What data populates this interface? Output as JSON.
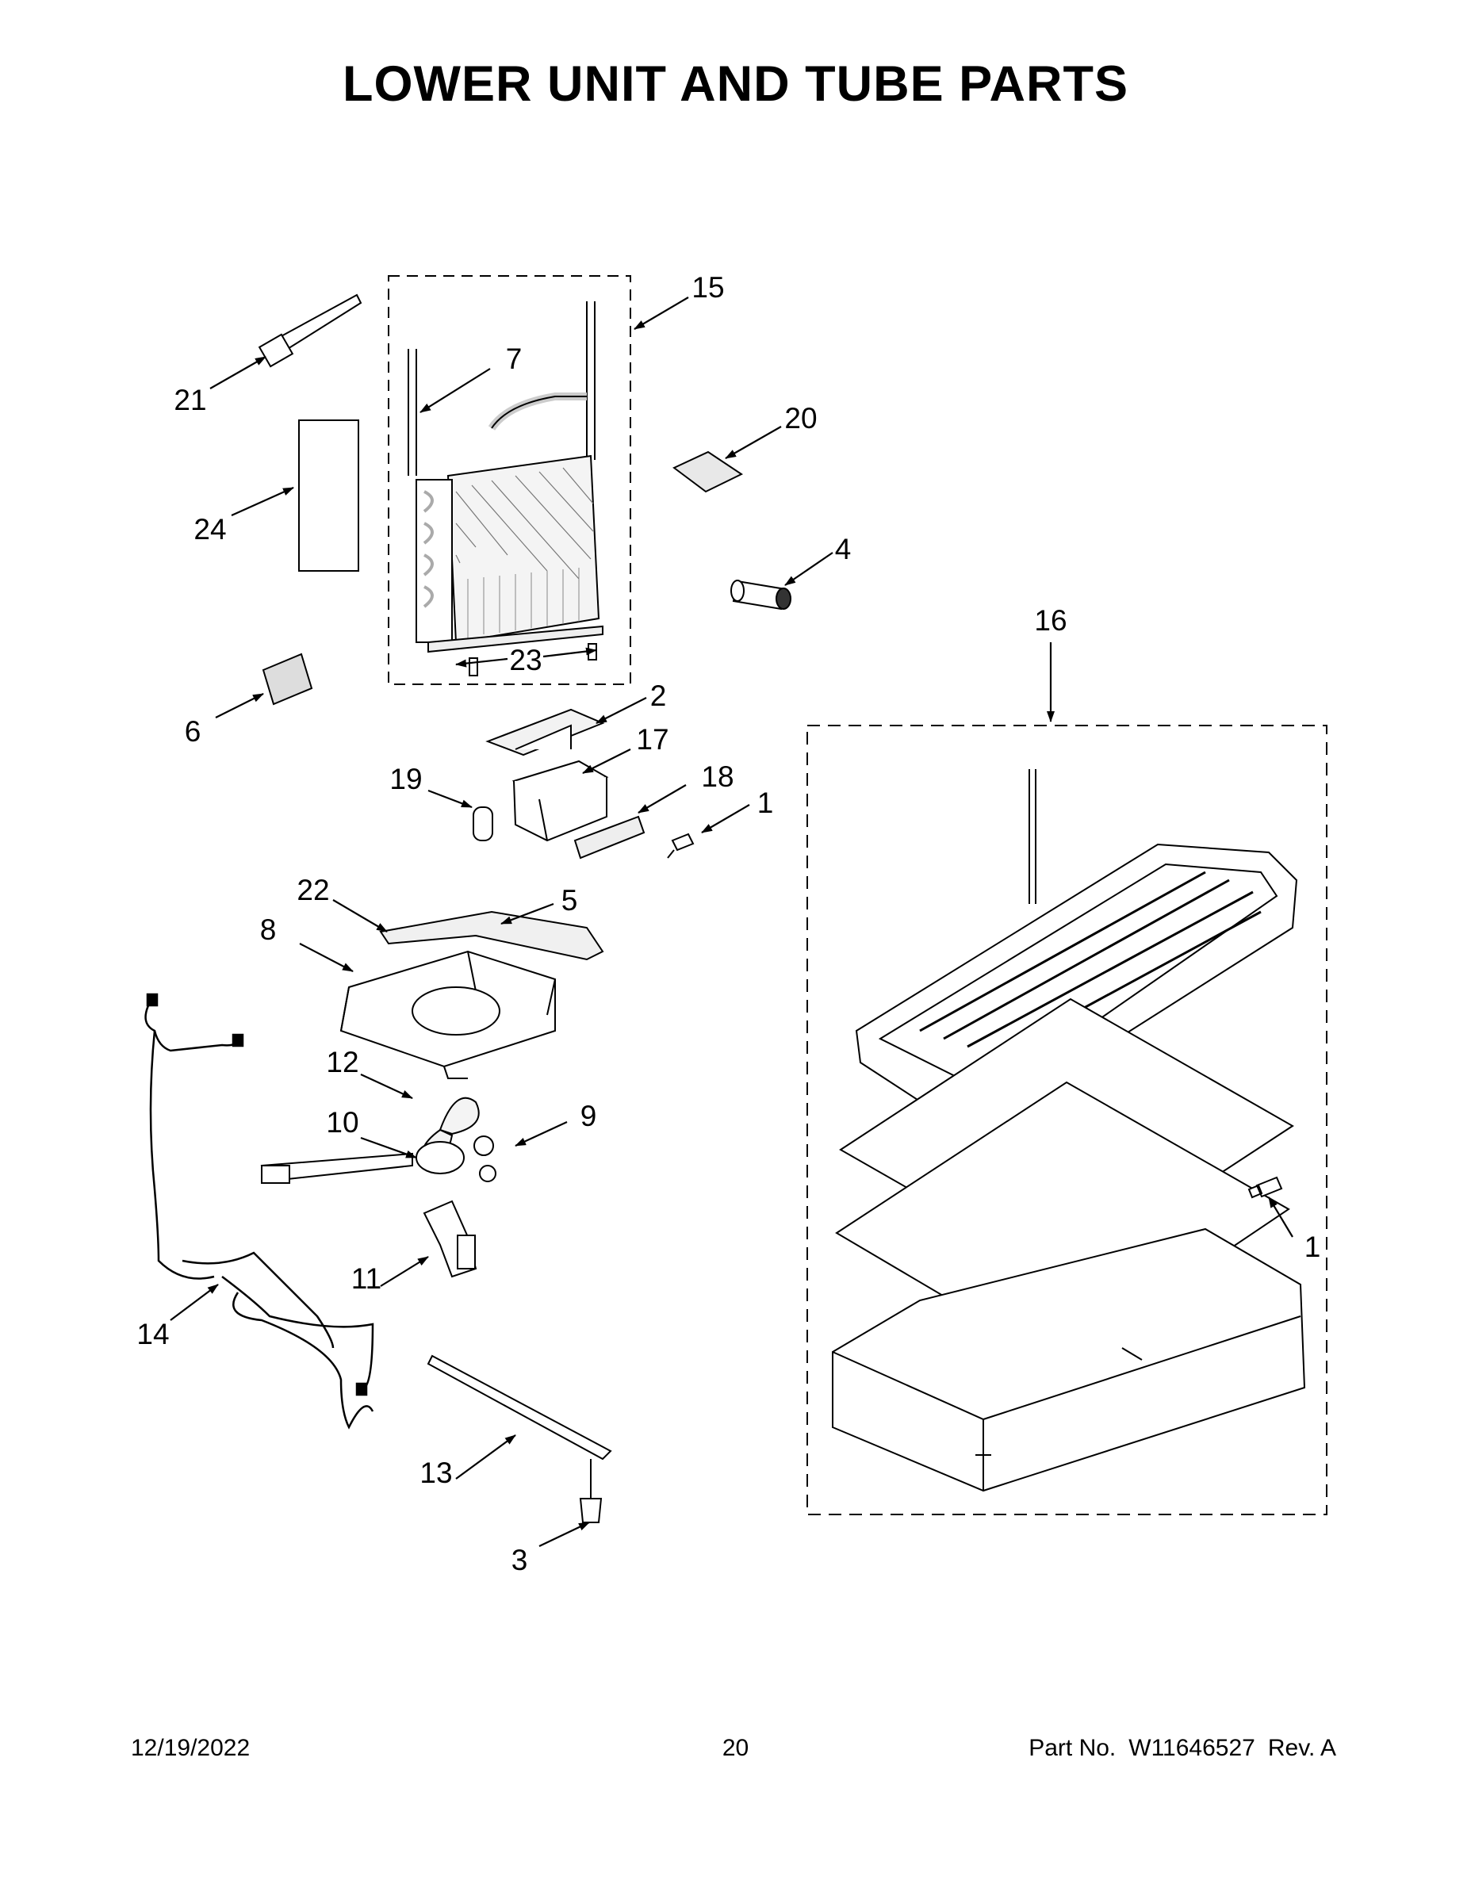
{
  "title": "LOWER UNIT AND TUBE PARTS",
  "footer": {
    "date": "12/19/2022",
    "page": "20",
    "part_label": "Part No.",
    "part_number": "W11646527",
    "revision": "Rev. A"
  },
  "callouts": {
    "c1a": "1",
    "c1b": "1",
    "c2": "2",
    "c3": "3",
    "c4": "4",
    "c5": "5",
    "c6": "6",
    "c7": "7",
    "c8": "8",
    "c9": "9",
    "c10": "10",
    "c11": "11",
    "c12": "12",
    "c13": "13",
    "c14": "14",
    "c15": "15",
    "c16": "16",
    "c17": "17",
    "c18": "18",
    "c19": "19",
    "c20": "20",
    "c21": "21",
    "c22": "22",
    "c23": "23",
    "c24": "24"
  }
}
